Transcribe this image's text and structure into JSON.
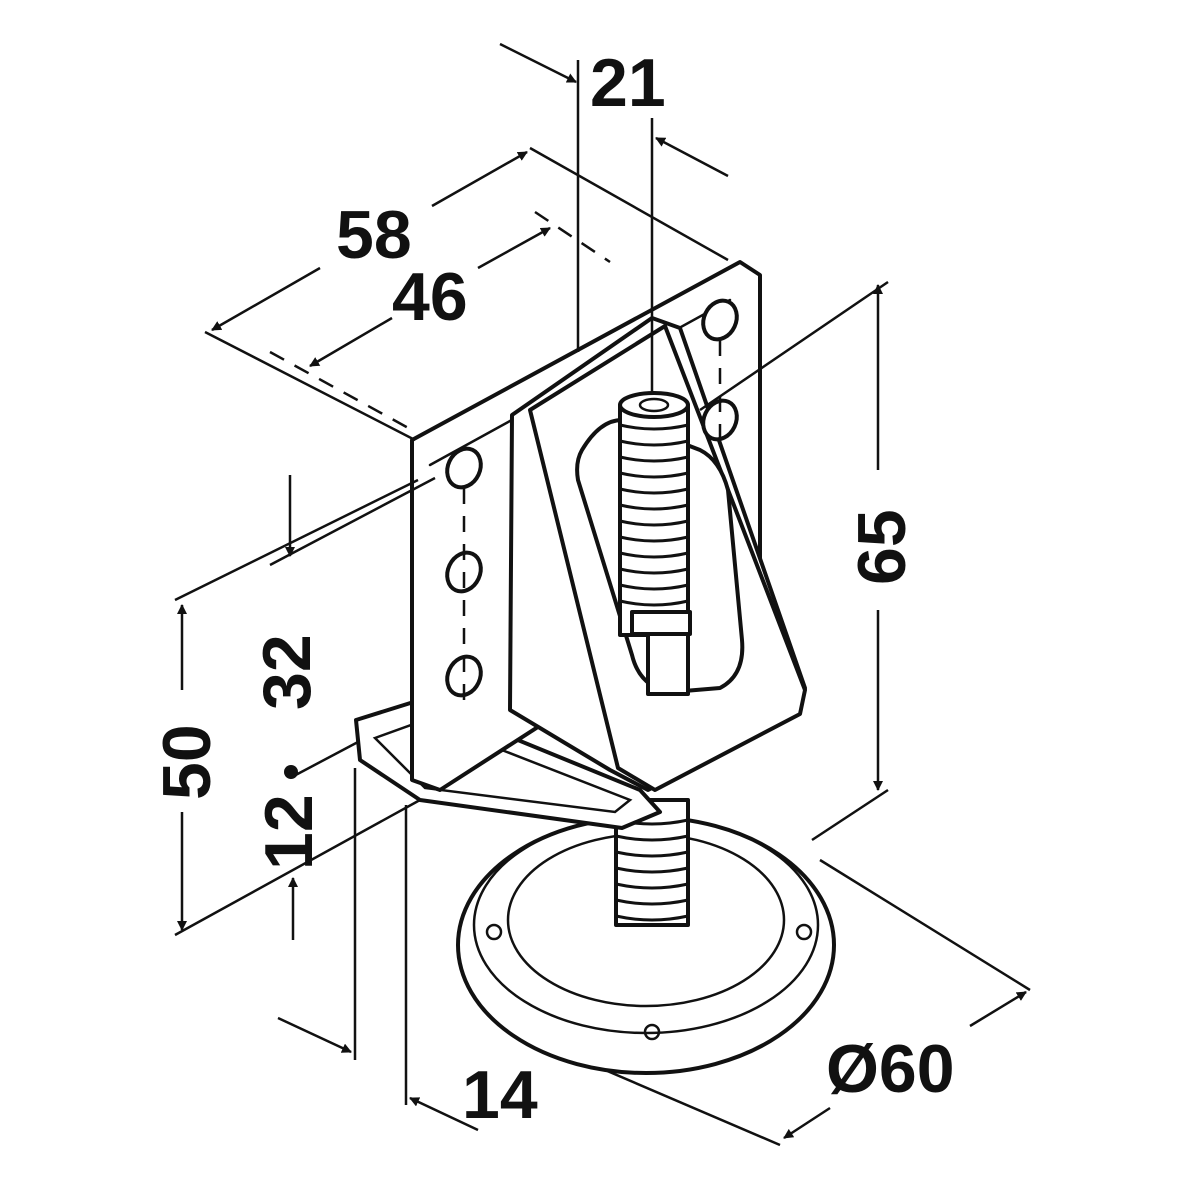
{
  "drawing": {
    "accent_color": "#111111",
    "background_color": "#ffffff",
    "dimensions": {
      "d21": "21",
      "d58": "58",
      "d46": "46",
      "d65": "65",
      "d32": "32",
      "d50": "50",
      "d12": "12",
      "d14": "14",
      "d60": "Ø60"
    }
  }
}
